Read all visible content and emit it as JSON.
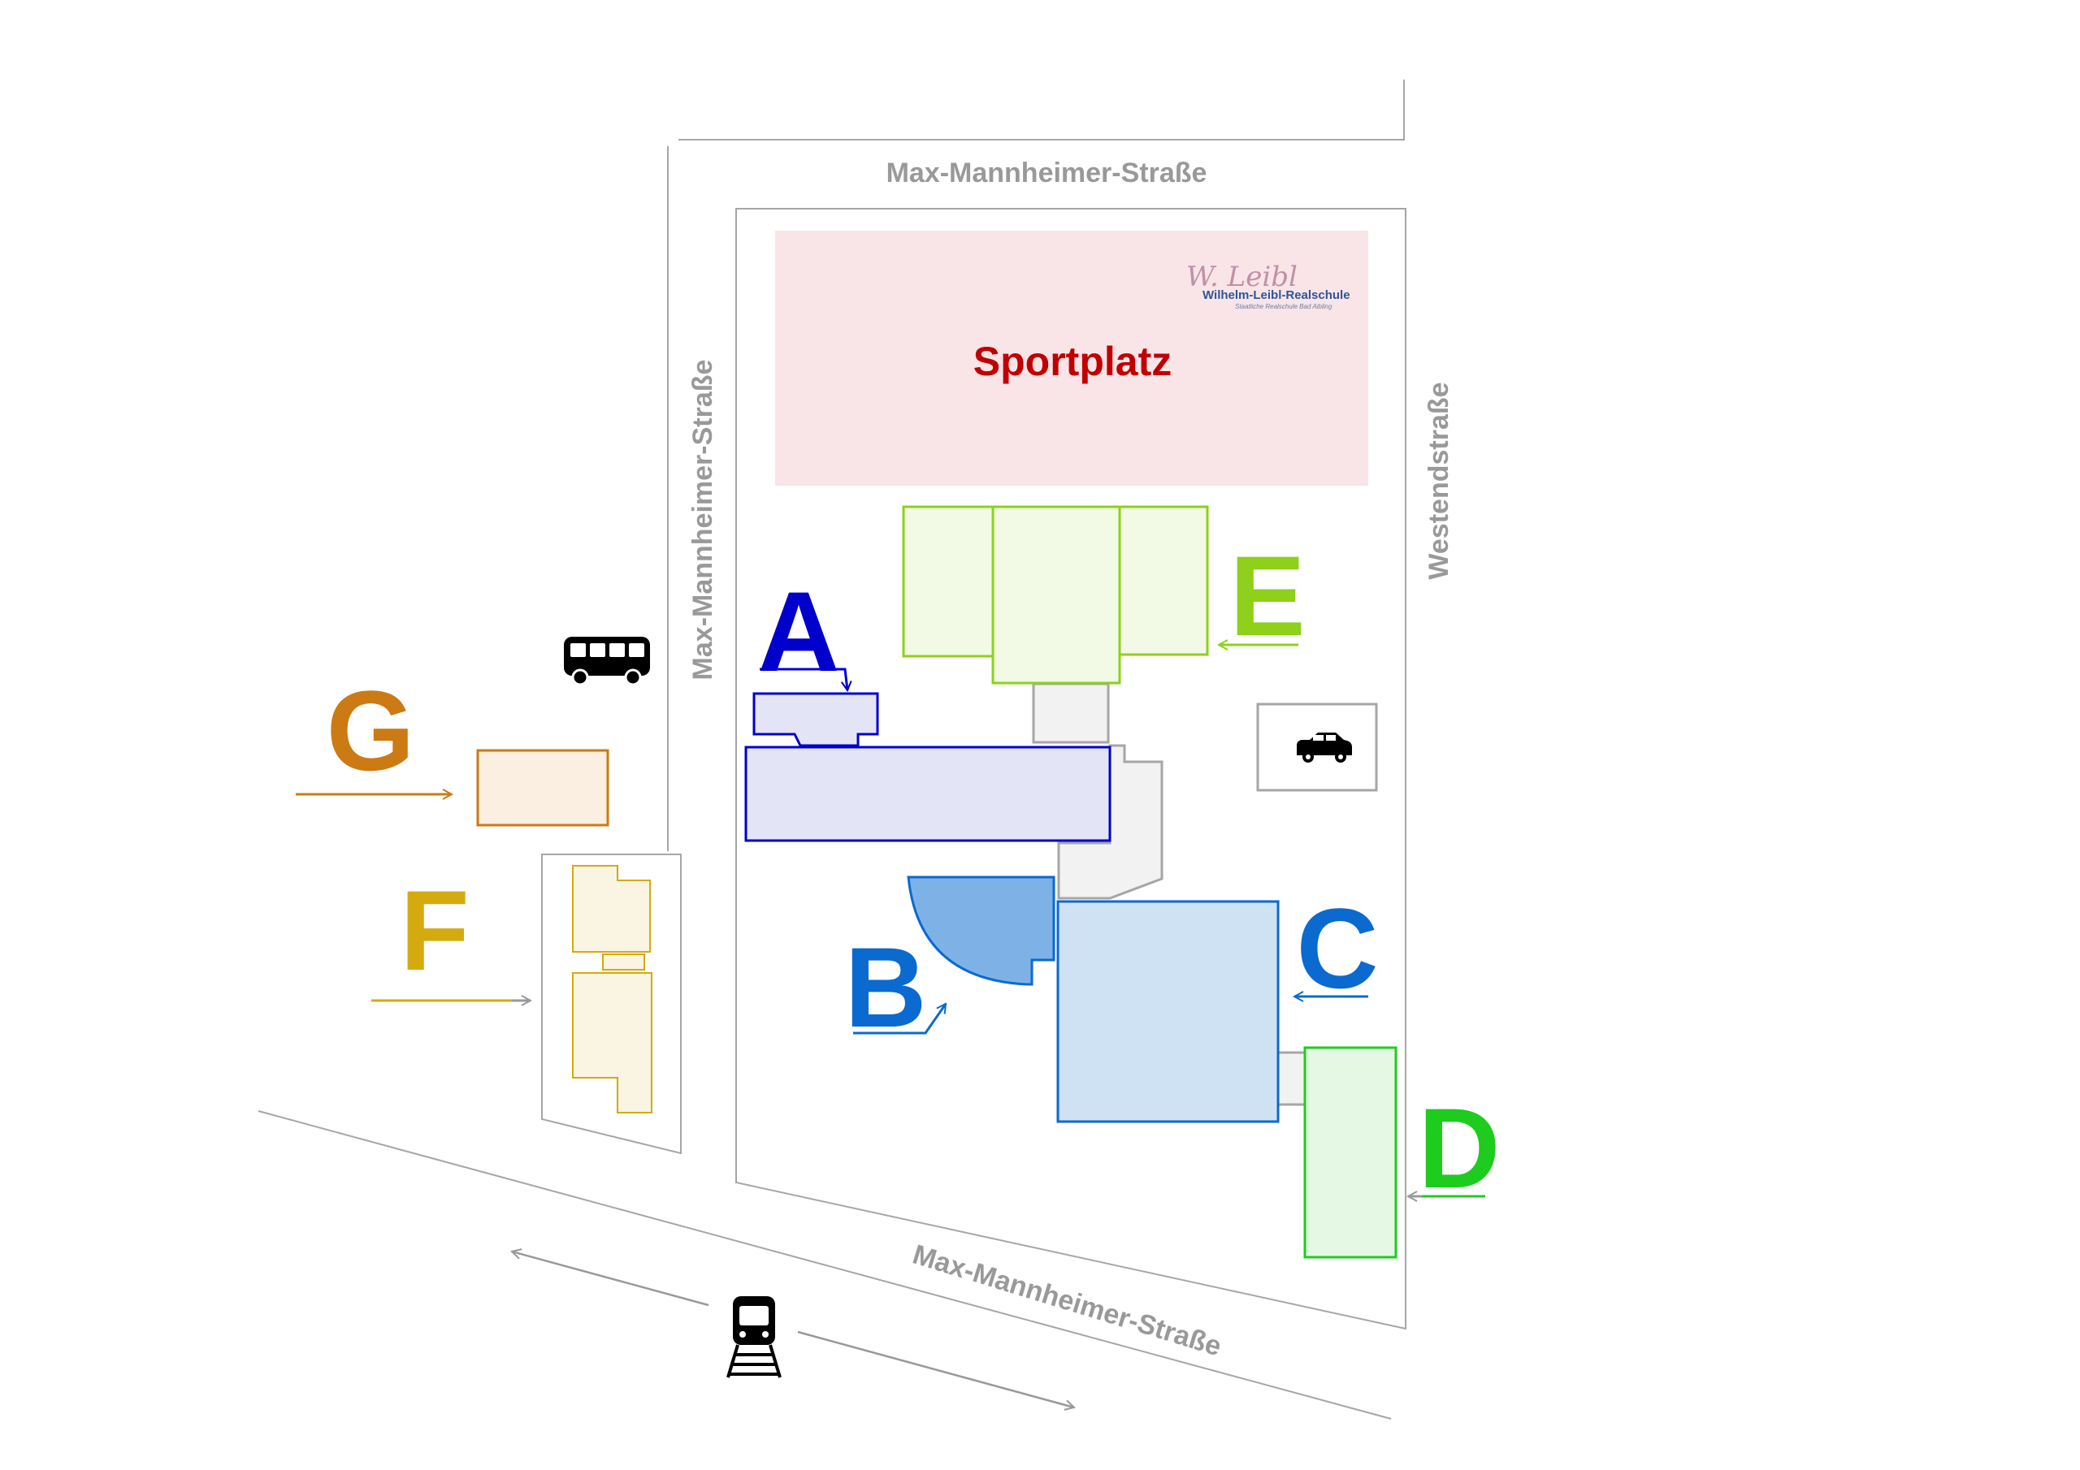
{
  "streets": {
    "top": "Max-Mannheimer-Straße",
    "left": "Max-Mannheimer-Straße",
    "right": "Westendstraße",
    "bottom": "Max-Mannheimer-Straße"
  },
  "sportplatz": {
    "label": "Sportplatz"
  },
  "logo": {
    "script": "W. Leibl",
    "name": "Wilhelm-Leibl-Realschule",
    "subtitle": "Staatliche Realschule Bad Aibling"
  },
  "buildings": [
    {
      "letter": "A",
      "color": "#0000cc",
      "fill": "#e4e4f7"
    },
    {
      "letter": "B",
      "color": "#0a6ad0",
      "fill": "#7eb2e6"
    },
    {
      "letter": "C",
      "color": "#0a6ad0",
      "fill": "#cfe2f4"
    },
    {
      "letter": "D",
      "color": "#1ecc1e",
      "fill": "#e4f8e4"
    },
    {
      "letter": "E",
      "color": "#8ed01a",
      "fill": "#f2fae6"
    },
    {
      "letter": "F",
      "color": "#d4aa10",
      "fill": "#faf4e2"
    },
    {
      "letter": "G",
      "color": "#cc7a14",
      "fill": "#faefe0"
    }
  ],
  "colors": {
    "street_line": "#a6a6a6",
    "connector_fill": "#f2f2f2",
    "connector_stroke": "#a6a6a6",
    "sport_fill": "#f9e4e7",
    "icon": "#000000"
  },
  "icons": [
    "bus-icon",
    "car-icon",
    "train-icon"
  ]
}
